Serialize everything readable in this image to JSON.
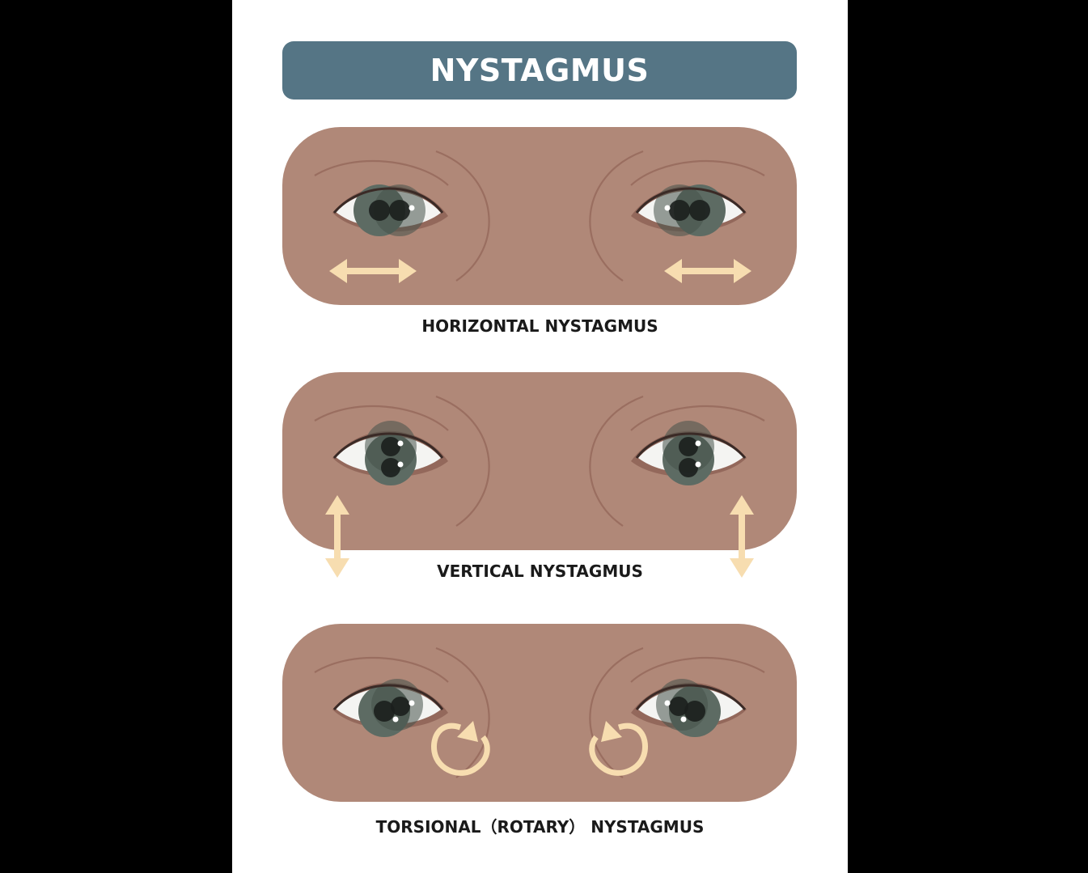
{
  "title": "NYSTAGMUS",
  "colors": {
    "banner": "#557585",
    "skin": "#b08878",
    "skin_line": "#9a6e60",
    "iris": "#5d6b63",
    "iris_dark": "#46524b",
    "pupil": "#1b1f1d",
    "sclera": "#f4f4f2",
    "arrow": "#f7ddb0",
    "caption": "#1a1a1a"
  },
  "panels": [
    {
      "caption": "HORIZONTAL NYSTAGMUS",
      "movement": "horizontal",
      "arrow_icon": "double-arrow-horizontal-icon"
    },
    {
      "caption": "VERTICAL NYSTAGMUS",
      "movement": "vertical",
      "arrow_icon": "double-arrow-vertical-icon"
    },
    {
      "caption": "TORSIONAL（ROTARY） NYSTAGMUS",
      "movement": "torsional",
      "arrow_icon": "rotate-arrow-icon"
    }
  ]
}
